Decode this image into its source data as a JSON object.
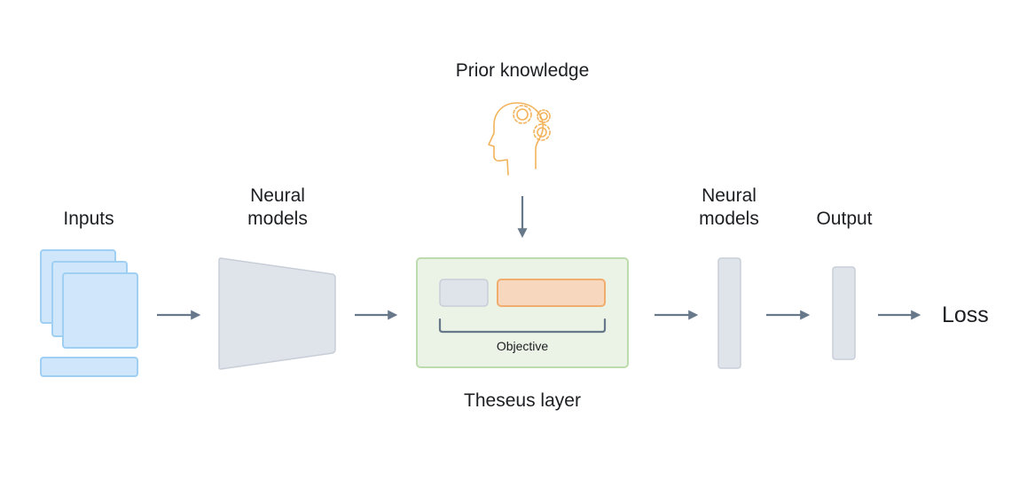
{
  "labels": {
    "prior_knowledge": "Prior knowledge",
    "inputs": "Inputs",
    "neural_models_1_line1": "Neural",
    "neural_models_1_line2": "models",
    "neural_models_2_line1": "Neural",
    "neural_models_2_line2": "models",
    "output": "Output",
    "objective": "Objective",
    "theseus_layer": "Theseus layer",
    "loss": "Loss"
  },
  "icons": {
    "prior_knowledge": "head-with-gears-icon",
    "inputs": "stacked-documents-icon"
  },
  "colors": {
    "input_fill": "#cfe6fb",
    "input_stroke": "#9fd0f4",
    "model_fill": "#dfe3ea",
    "model_stroke": "#c8ced8",
    "theseus_fill": "#ebf2e6",
    "theseus_stroke": "#bcdcae",
    "objective_orange_fill": "#f7d7bd",
    "objective_orange_stroke": "#f0ad6e",
    "prior_icon": "#f2b35a",
    "arrow": "#67788a",
    "text": "#1c1e21"
  }
}
